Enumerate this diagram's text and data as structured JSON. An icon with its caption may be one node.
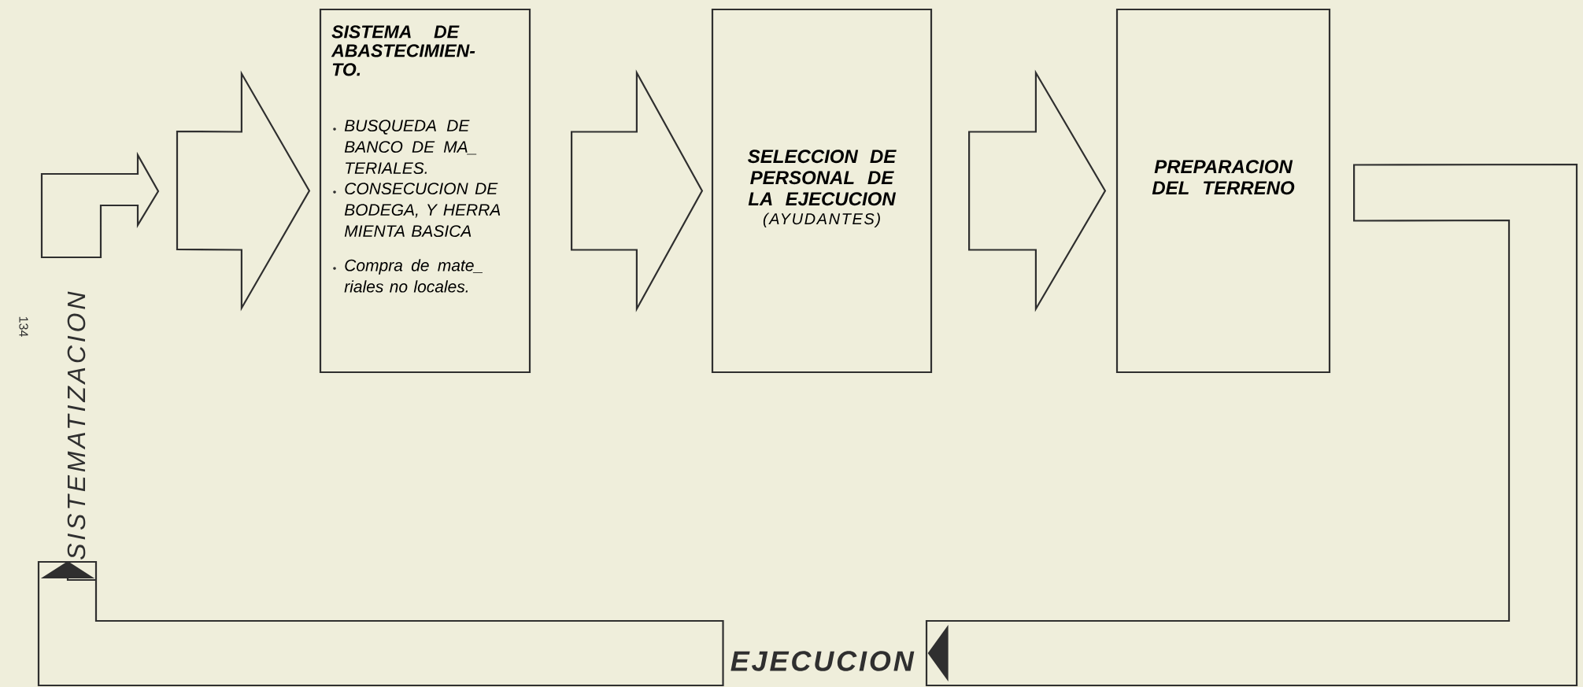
{
  "diagram": {
    "nodes": [
      {
        "text": [
          "SISTEMA DE ABASTECIMIEN- TO.",
          "BUSQUEDA DE BANCO DE MA_ TERIALES.",
          "CONSECUCION DE BODEGA, Y HERRA MIENTA BASICA",
          "Compra de mate_ riales no locales."
        ]
      },
      {
        "text": [
          "SELECCION DE PERSONAL DE LA EJECUCION",
          "(AYUDANTES)"
        ]
      },
      {
        "text": [
          "PREPARACION DEL TERRENO"
        ]
      },
      {
        "text": [
          "EJECUCION"
        ]
      },
      {
        "text": [
          "SISTEMATIZACION"
        ]
      }
    ],
    "edges": [
      {
        "from": null,
        "to": 0,
        "arrow": "to"
      },
      {
        "from": 0,
        "to": 1,
        "arrow": "to"
      },
      {
        "from": 1,
        "to": 2,
        "arrow": "to"
      },
      {
        "from": 2,
        "to": 3,
        "arrow": "to"
      },
      {
        "from": 3,
        "to": 4,
        "arrow": "to"
      }
    ],
    "labels": [
      "134"
    ]
  }
}
